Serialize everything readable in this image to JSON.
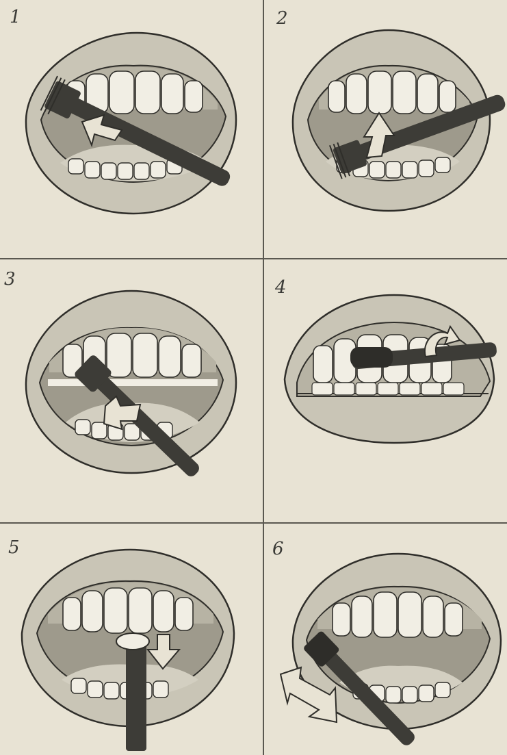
{
  "steps": [
    {
      "number": "1",
      "icon": "mouth-outer-upper-teeth-brush-icon"
    },
    {
      "number": "2",
      "icon": "mouth-outer-lower-teeth-brush-icon"
    },
    {
      "number": "3",
      "icon": "mouth-inner-lower-teeth-brush-icon"
    },
    {
      "number": "4",
      "icon": "mouth-chewing-surface-brush-icon"
    },
    {
      "number": "5",
      "icon": "mouth-inner-front-teeth-brush-icon"
    },
    {
      "number": "6",
      "icon": "mouth-tongue-brush-icon"
    }
  ],
  "colors": {
    "paper": "#e8e3d4",
    "lip": "#c9c5b6",
    "lip_shadow": "#a9a598",
    "gum": "#b7b3a4",
    "tooth": "#f1eee4",
    "brush": "#3d3c37",
    "line": "#2f2e2a"
  }
}
